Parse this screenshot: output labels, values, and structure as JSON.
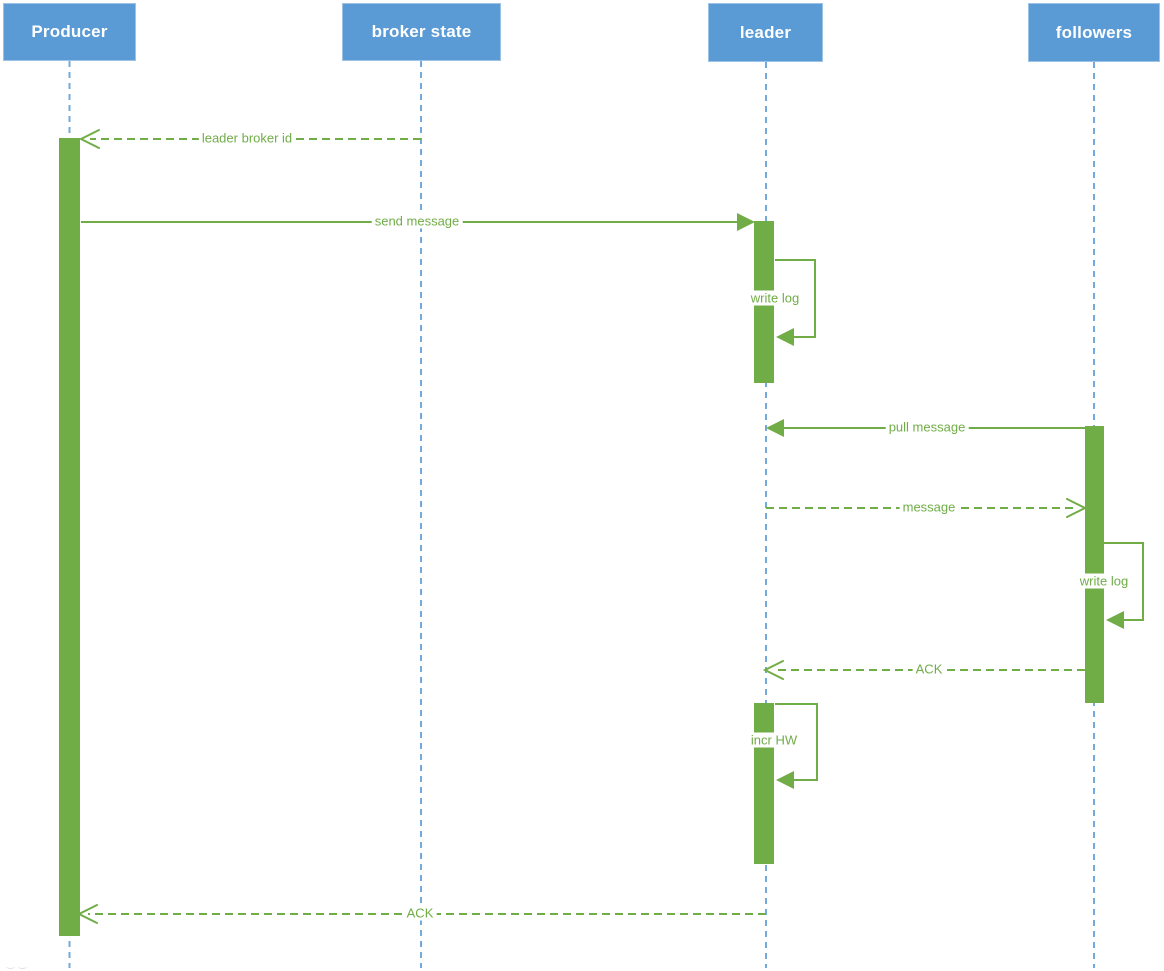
{
  "diagram": {
    "type": "uml-sequence-diagram",
    "colors": {
      "participant_fill": "#5b9bd5",
      "participant_border": "#9cc3e5",
      "participant_text": "#ffffff",
      "lifeline": "#5b9bd5",
      "arrow": "#70ad47",
      "activation_fill": "#70ad47",
      "label_text": "#70ad47"
    },
    "participants": [
      {
        "id": "producer",
        "label": "Producer"
      },
      {
        "id": "broker-state",
        "label": "broker state"
      },
      {
        "id": "leader",
        "label": "leader"
      },
      {
        "id": "followers",
        "label": "followers"
      }
    ],
    "messages": [
      {
        "label": "leader broker id",
        "from": "broker state",
        "to": "Producer",
        "style": "dashed",
        "kind": "return"
      },
      {
        "label": "send message",
        "from": "Producer",
        "to": "leader",
        "style": "solid",
        "kind": "call"
      },
      {
        "label": "write log",
        "from": "leader",
        "to": "leader",
        "style": "solid",
        "kind": "self"
      },
      {
        "label": "pull message",
        "from": "followers",
        "to": "leader",
        "style": "solid",
        "kind": "call"
      },
      {
        "label": "message",
        "from": "leader",
        "to": "followers",
        "style": "dashed",
        "kind": "return"
      },
      {
        "label": "write log",
        "from": "followers",
        "to": "followers",
        "style": "solid",
        "kind": "self"
      },
      {
        "label": "ACK",
        "from": "followers",
        "to": "leader",
        "style": "dashed",
        "kind": "return"
      },
      {
        "label": "incr HW",
        "from": "leader",
        "to": "leader",
        "style": "solid",
        "kind": "self"
      },
      {
        "label": "ACK",
        "from": "leader",
        "to": "Producer",
        "style": "dashed",
        "kind": "return"
      }
    ]
  }
}
